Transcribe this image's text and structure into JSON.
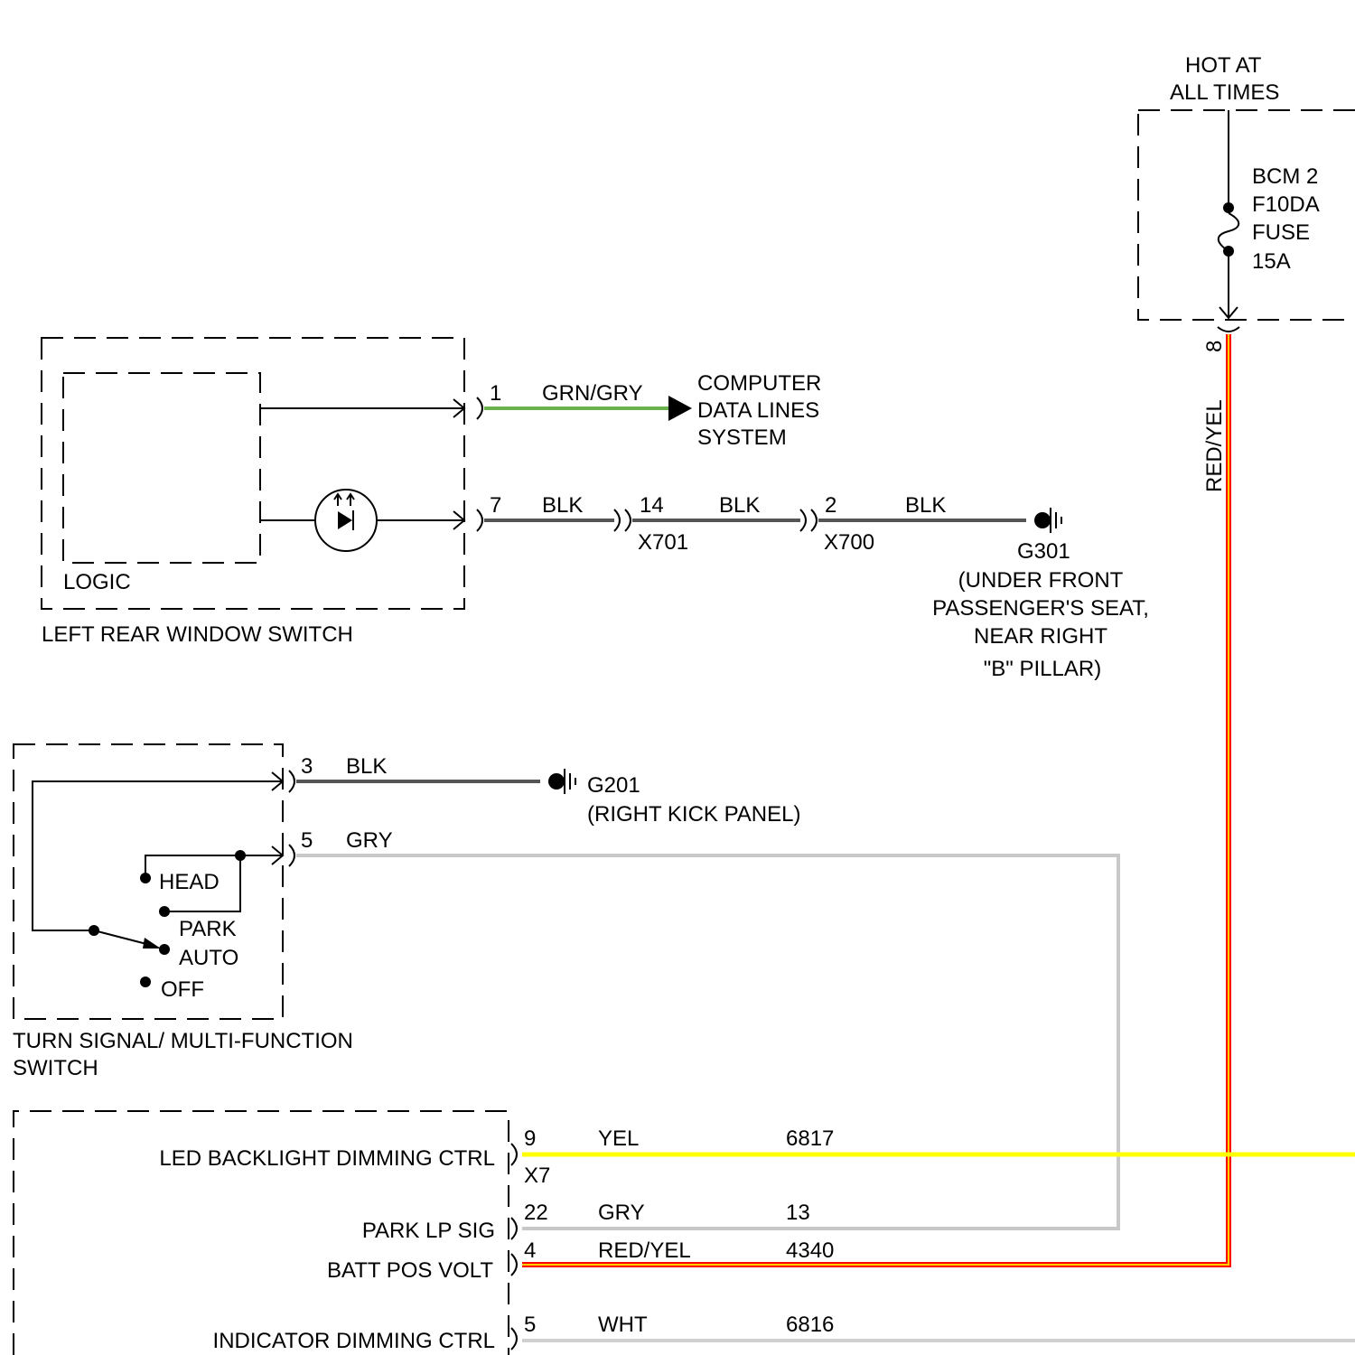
{
  "colors": {
    "grn_gry": "#6ab04c",
    "blk": "#555555",
    "gry": "#c8c8c8",
    "yel": "#ffff00",
    "red": "#ff0000",
    "red_yel_stripe": "#ffcc00",
    "wht": "#d0d0d0"
  },
  "power": {
    "hot_label_line1": "HOT AT",
    "hot_label_line2": "ALL TIMES",
    "fuse_line1": "BCM 2",
    "fuse_line2": "F10DA",
    "fuse_line3": "FUSE",
    "fuse_line4": "15A",
    "pin": "8",
    "wire_color": "RED/YEL"
  },
  "window_switch": {
    "title": "LEFT REAR WINDOW SWITCH",
    "logic_label": "LOGIC",
    "data_pin": "1",
    "data_wire": "GRN/GRY",
    "data_dest_line1": "COMPUTER",
    "data_dest_line2": "DATA LINES",
    "data_dest_line3": "SYSTEM",
    "gnd_pin": "7",
    "gnd_wire1": "BLK",
    "x701_pin": "14",
    "gnd_wire2": "BLK",
    "x701_label": "X701",
    "x700_pin": "2",
    "gnd_wire3": "BLK",
    "x700_label": "X700",
    "ground_name": "G301",
    "ground_loc_line1": "(UNDER FRONT",
    "ground_loc_line2": "PASSENGER'S SEAT,",
    "ground_loc_line3": "NEAR RIGHT",
    "ground_loc_line4": "\"B\" PILLAR)"
  },
  "multifunction_switch": {
    "title_line1": "TURN SIGNAL/ MULTI-FUNCTION",
    "title_line2": "SWITCH",
    "pin3": "3",
    "pin3_wire": "BLK",
    "ground_name": "G201",
    "ground_loc": "(RIGHT KICK PANEL)",
    "pin5": "5",
    "pin5_wire": "GRY",
    "pos_head": "HEAD",
    "pos_park": "PARK",
    "pos_auto": "AUTO",
    "pos_off": "OFF"
  },
  "module": {
    "connector": "X7",
    "rows": [
      {
        "label": "LED BACKLIGHT DIMMING CTRL",
        "pin": "9",
        "wire": "YEL",
        "circuit": "6817"
      },
      {
        "label": "PARK LP SIG",
        "pin": "22",
        "wire": "GRY",
        "circuit": "13"
      },
      {
        "label": "BATT POS VOLT",
        "pin": "4",
        "wire": "RED/YEL",
        "circuit": "4340"
      },
      {
        "label": "INDICATOR DIMMING CTRL",
        "pin": "5",
        "wire": "WHT",
        "circuit": "6816"
      }
    ]
  }
}
